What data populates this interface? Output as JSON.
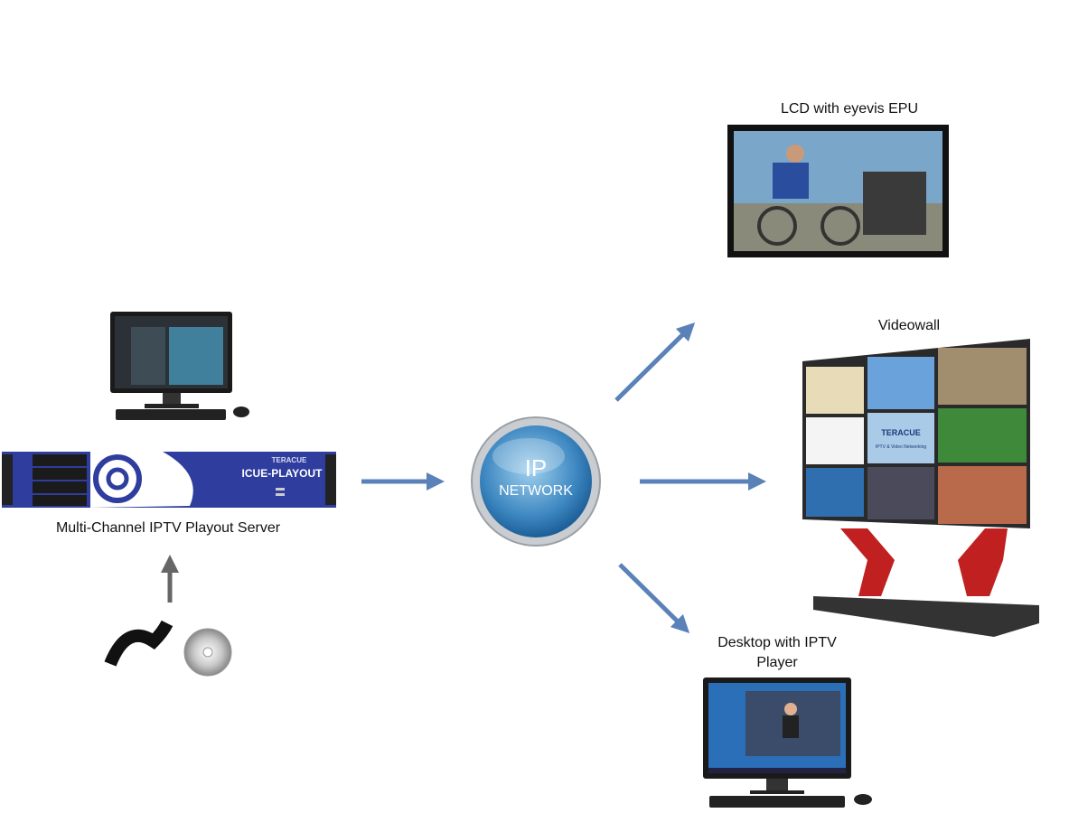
{
  "labels": {
    "lcd": "LCD with eyevis EPU",
    "videowall": "Videowall",
    "desktop_line1": "Desktop with IPTV",
    "desktop_line2": "Player",
    "server": "Multi-Channel IPTV Playout Server"
  },
  "server": {
    "brand": "TERACUE",
    "model": "ICUE-PLAYOUT"
  },
  "network": {
    "line1": "IP",
    "line2": "NETWORK"
  },
  "videowall_center": {
    "brand": "TERACUE",
    "subtitle": "IPTV & Video Networking"
  },
  "colors": {
    "arrow": "#5b82b8",
    "server": "#2e3d9e",
    "up_arrow": "#666666"
  }
}
